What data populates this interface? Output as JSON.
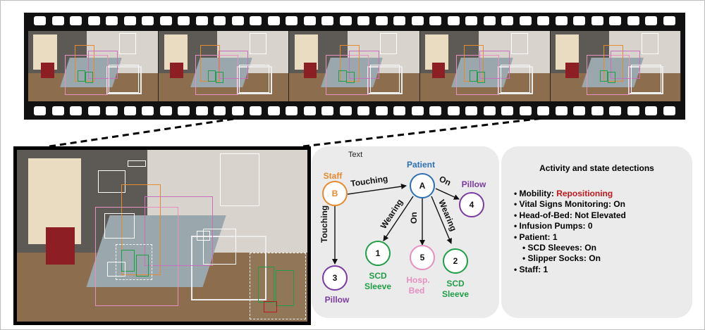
{
  "colors": {
    "staff": "#e58a2f",
    "patient": "#2c6fb5",
    "pillow": "#7b3aa0",
    "scd": "#1f9e47",
    "bed": "#e68fc0",
    "highlight": "#c0171d",
    "panel_bg": "#ebebeb",
    "film": "#111111"
  },
  "film": {
    "frame_count": 5
  },
  "graph": {
    "note": "Text",
    "nodes": {
      "B": {
        "letter": "B",
        "label": "Staff"
      },
      "A": {
        "letter": "A",
        "label": "Patient"
      },
      "n4": {
        "letter": "4",
        "label": "Pillow"
      },
      "n1": {
        "letter": "1",
        "label": "SCD",
        "label2": "Sleeve"
      },
      "n5": {
        "letter": "5",
        "label": "Hosp.",
        "label2": "Bed"
      },
      "n2": {
        "letter": "2",
        "label": "SCD",
        "label2": "Sleeve"
      },
      "n3": {
        "letter": "3",
        "label": "Pillow"
      }
    },
    "edges": {
      "BA": "Touching",
      "B3": "Touching",
      "A1": "Wearing",
      "A5": "On",
      "A2": "Wearing",
      "A4": "On"
    }
  },
  "activity": {
    "title": "Activity and state detections",
    "items": [
      {
        "key": "• Mobility: ",
        "value": "Repositioning"
      },
      {
        "key": "• Vital Signs Monitoring: On",
        "value": ""
      },
      {
        "key": "• Head-of-Bed: Not Elevated",
        "value": ""
      },
      {
        "key": "• Infusion Pumps: 0",
        "value": ""
      },
      {
        "key": "• Patient: 1",
        "value": ""
      },
      {
        "key": "• SCD Sleeves: On",
        "value": ""
      },
      {
        "key": "• Slipper Socks: On",
        "value": ""
      },
      {
        "key": "• Staff: 1",
        "value": ""
      }
    ]
  }
}
